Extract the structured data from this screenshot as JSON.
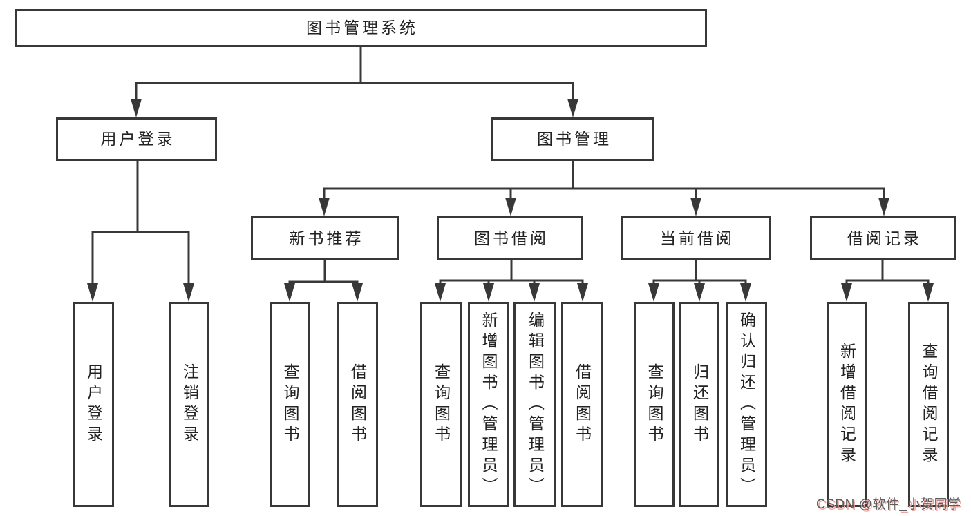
{
  "diagram_title": "图书管理系统",
  "tree": {
    "root": {
      "label": "图书管理系统",
      "children": [
        {
          "label": "用户登录",
          "children": [
            {
              "label": "用户登录"
            },
            {
              "label": "注销登录"
            }
          ]
        },
        {
          "label": "图书管理",
          "children": [
            {
              "label": "新书推荐",
              "children": [
                {
                  "label": "查询图书"
                },
                {
                  "label": "借阅图书"
                }
              ]
            },
            {
              "label": "图书借阅",
              "children": [
                {
                  "label": "查询图书"
                },
                {
                  "label": "新增图书（管理员）"
                },
                {
                  "label": "编辑图书（管理员）"
                },
                {
                  "label": "借阅图书"
                }
              ]
            },
            {
              "label": "当前借阅",
              "children": [
                {
                  "label": "查询图书"
                },
                {
                  "label": "归还图书"
                },
                {
                  "label": "确认归还（管理员）"
                }
              ]
            },
            {
              "label": "借阅记录",
              "children": [
                {
                  "label": "新增借阅记录"
                },
                {
                  "label": "查询借阅记录"
                }
              ]
            }
          ]
        }
      ]
    }
  },
  "watermark": {
    "text": "CSDN @软件_小贺同学"
  },
  "colors": {
    "line": "#383838",
    "box_border": "#383838",
    "box_fill": "#ffffff",
    "text": "#222222",
    "watermark_text": "#5c5c5c",
    "watermark_shadow": "#f0a69d"
  }
}
